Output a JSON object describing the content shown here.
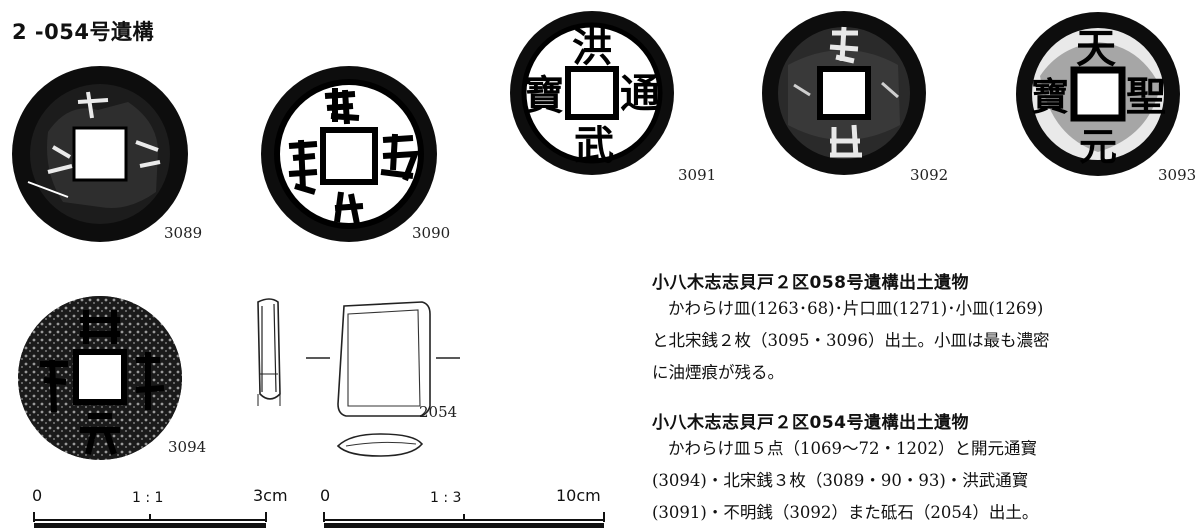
{
  "feature_title": "2 -054号遺構",
  "coins": [
    {
      "id": "3089",
      "chars": []
    },
    {
      "id": "3090",
      "chars": []
    },
    {
      "id": "3091",
      "chars": [
        "洪",
        "通",
        "武",
        "寶"
      ]
    },
    {
      "id": "3092",
      "chars": []
    },
    {
      "id": "3093",
      "chars": [
        "天",
        "聖",
        "元",
        "寶"
      ]
    },
    {
      "id": "3094",
      "chars": []
    }
  ],
  "whetstone": {
    "id": "2054"
  },
  "scales": [
    {
      "start": "0",
      "ratio": "1 : 1",
      "end": "3cm"
    },
    {
      "start": "0",
      "ratio": "1 : 3",
      "end": "10cm"
    }
  ],
  "sections": [
    {
      "heading": "小八木志志貝戸２区058号遺構出土遺物",
      "lines": [
        "かわらけ皿(1263･68)･片口皿(1271)･小皿(1269)",
        "と北宋銭２枚（3095・3096）出土。小皿は最も濃密",
        "に油煙痕が残る。"
      ]
    },
    {
      "heading": "小八木志志貝戸２区054号遺構出土遺物",
      "lines": [
        "かわらけ皿５点（1069～72・1202）と開元通寳",
        "(3094)・北宋銭３枚（3089・90・93)・洪武通寳",
        "(3091)・不明銭（3092）また砥石（2054）出土。"
      ]
    }
  ]
}
